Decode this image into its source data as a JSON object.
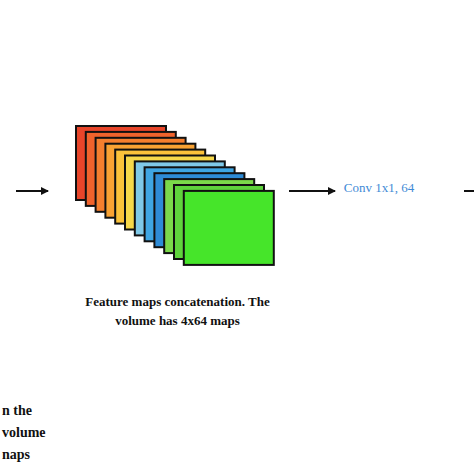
{
  "diagram": {
    "nodes": [
      {
        "text": [
          "Feature maps concatenation. The volume has 4x64 maps"
        ]
      },
      {
        "text": [
          "Conv 1x1, 64"
        ]
      }
    ],
    "edges": [
      {
        "from": 0,
        "to": 1,
        "arrow": "to"
      }
    ],
    "labels": [
      "n the volume naps"
    ]
  }
}
